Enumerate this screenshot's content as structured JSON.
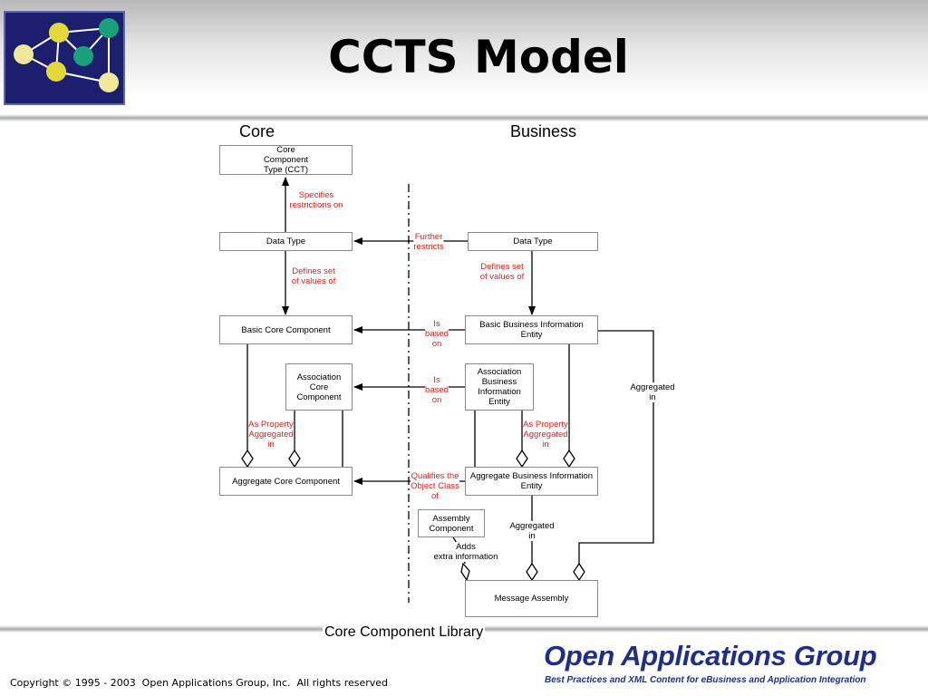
{
  "title": "CCTS Model",
  "sections": {
    "left": "Core",
    "right": "Business",
    "bottom": "Core Component Library"
  },
  "boxes": {
    "cct": "Core\nComponent\nType (CCT)",
    "core_data_type": "Data Type",
    "bus_data_type": "Data Type",
    "bcc": "Basic Core Component",
    "bbie": "Basic Business Information\nEntity",
    "ascc": "Association\nCore\nComponent",
    "asbie": "Association\nBusiness\nInformation\nEntity",
    "acc": "Aggregate Core Component",
    "abie": "Aggregate Business Information\nEntity",
    "assembly": "Assembly\nComponent",
    "message": "Message Assembly"
  },
  "labels": {
    "specifies": "Specifies\nrestrictions on",
    "further": "Further\nrestricts",
    "defines_left": "Defines set\nof values of",
    "defines_right": "Defines set\nof values of",
    "based1": "Is\nbased\non",
    "based2": "Is\nbased\non",
    "aggregated_right": "Aggregated\nin",
    "as_prop_left": "As Property\nAggregated\nin",
    "as_prop_right": "As Property\nAggregated\nin",
    "qualifies": "Qualifies the\nObject Class\nof",
    "aggregated_in": "Aggregated\nin",
    "adds": "Adds\nextra information"
  },
  "footer": {
    "copyright": "Copyright © 1995 - 2003  Open Applications Group, Inc.  All rights reserved",
    "org_name": "Open Applications Group",
    "org_tagline": "Best Practices and XML Content for eBusiness and Application Integration"
  },
  "colors": {
    "label_red": "#d9231d",
    "brand_blue": "#1f2f88",
    "logo_bg": "#1b1f6e"
  }
}
